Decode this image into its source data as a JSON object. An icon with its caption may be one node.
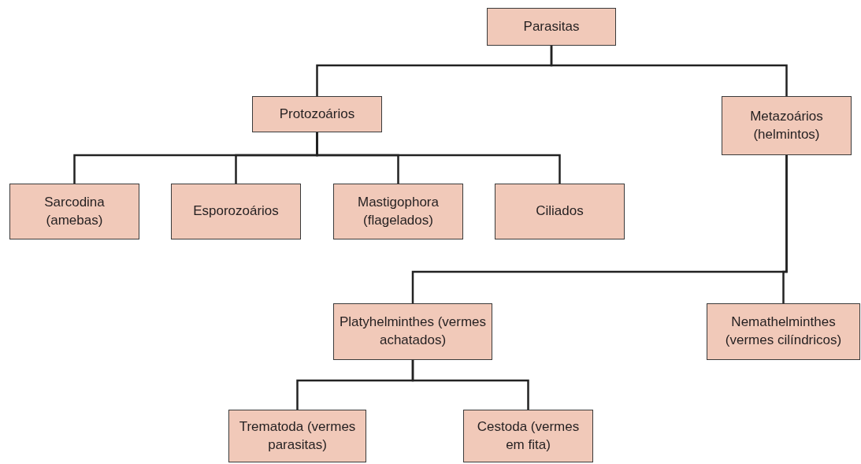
{
  "diagram": {
    "nodes": [
      {
        "text": [
          "Parasitas"
        ]
      },
      {
        "text": [
          "Protozoários"
        ]
      },
      {
        "text": [
          "Metazoários (helmintos)"
        ]
      },
      {
        "text": [
          "Sarcodina (amebas)"
        ]
      },
      {
        "text": [
          "Esporozoários"
        ]
      },
      {
        "text": [
          "Mastigophora (flagelados)"
        ]
      },
      {
        "text": [
          "Ciliados"
        ]
      },
      {
        "text": [
          "Platyhelminthes (vermes achatados)"
        ]
      },
      {
        "text": [
          "Nemathelminthes (vermes cilíndricos)"
        ]
      },
      {
        "text": [
          "Trematoda (vermes parasitas)"
        ]
      },
      {
        "text": [
          "Cestoda (vermes em fita)"
        ]
      }
    ],
    "edges": [
      {
        "from": 0,
        "to": 1,
        "arrow": "none"
      },
      {
        "from": 0,
        "to": 2,
        "arrow": "none"
      },
      {
        "from": 1,
        "to": 3,
        "arrow": "none"
      },
      {
        "from": 1,
        "to": 4,
        "arrow": "none"
      },
      {
        "from": 1,
        "to": 5,
        "arrow": "none"
      },
      {
        "from": 1,
        "to": 6,
        "arrow": "none"
      },
      {
        "from": 2,
        "to": 7,
        "arrow": "none"
      },
      {
        "from": 2,
        "to": 8,
        "arrow": "none"
      },
      {
        "from": 7,
        "to": 9,
        "arrow": "none"
      },
      {
        "from": 7,
        "to": 10,
        "arrow": "none"
      }
    ]
  }
}
